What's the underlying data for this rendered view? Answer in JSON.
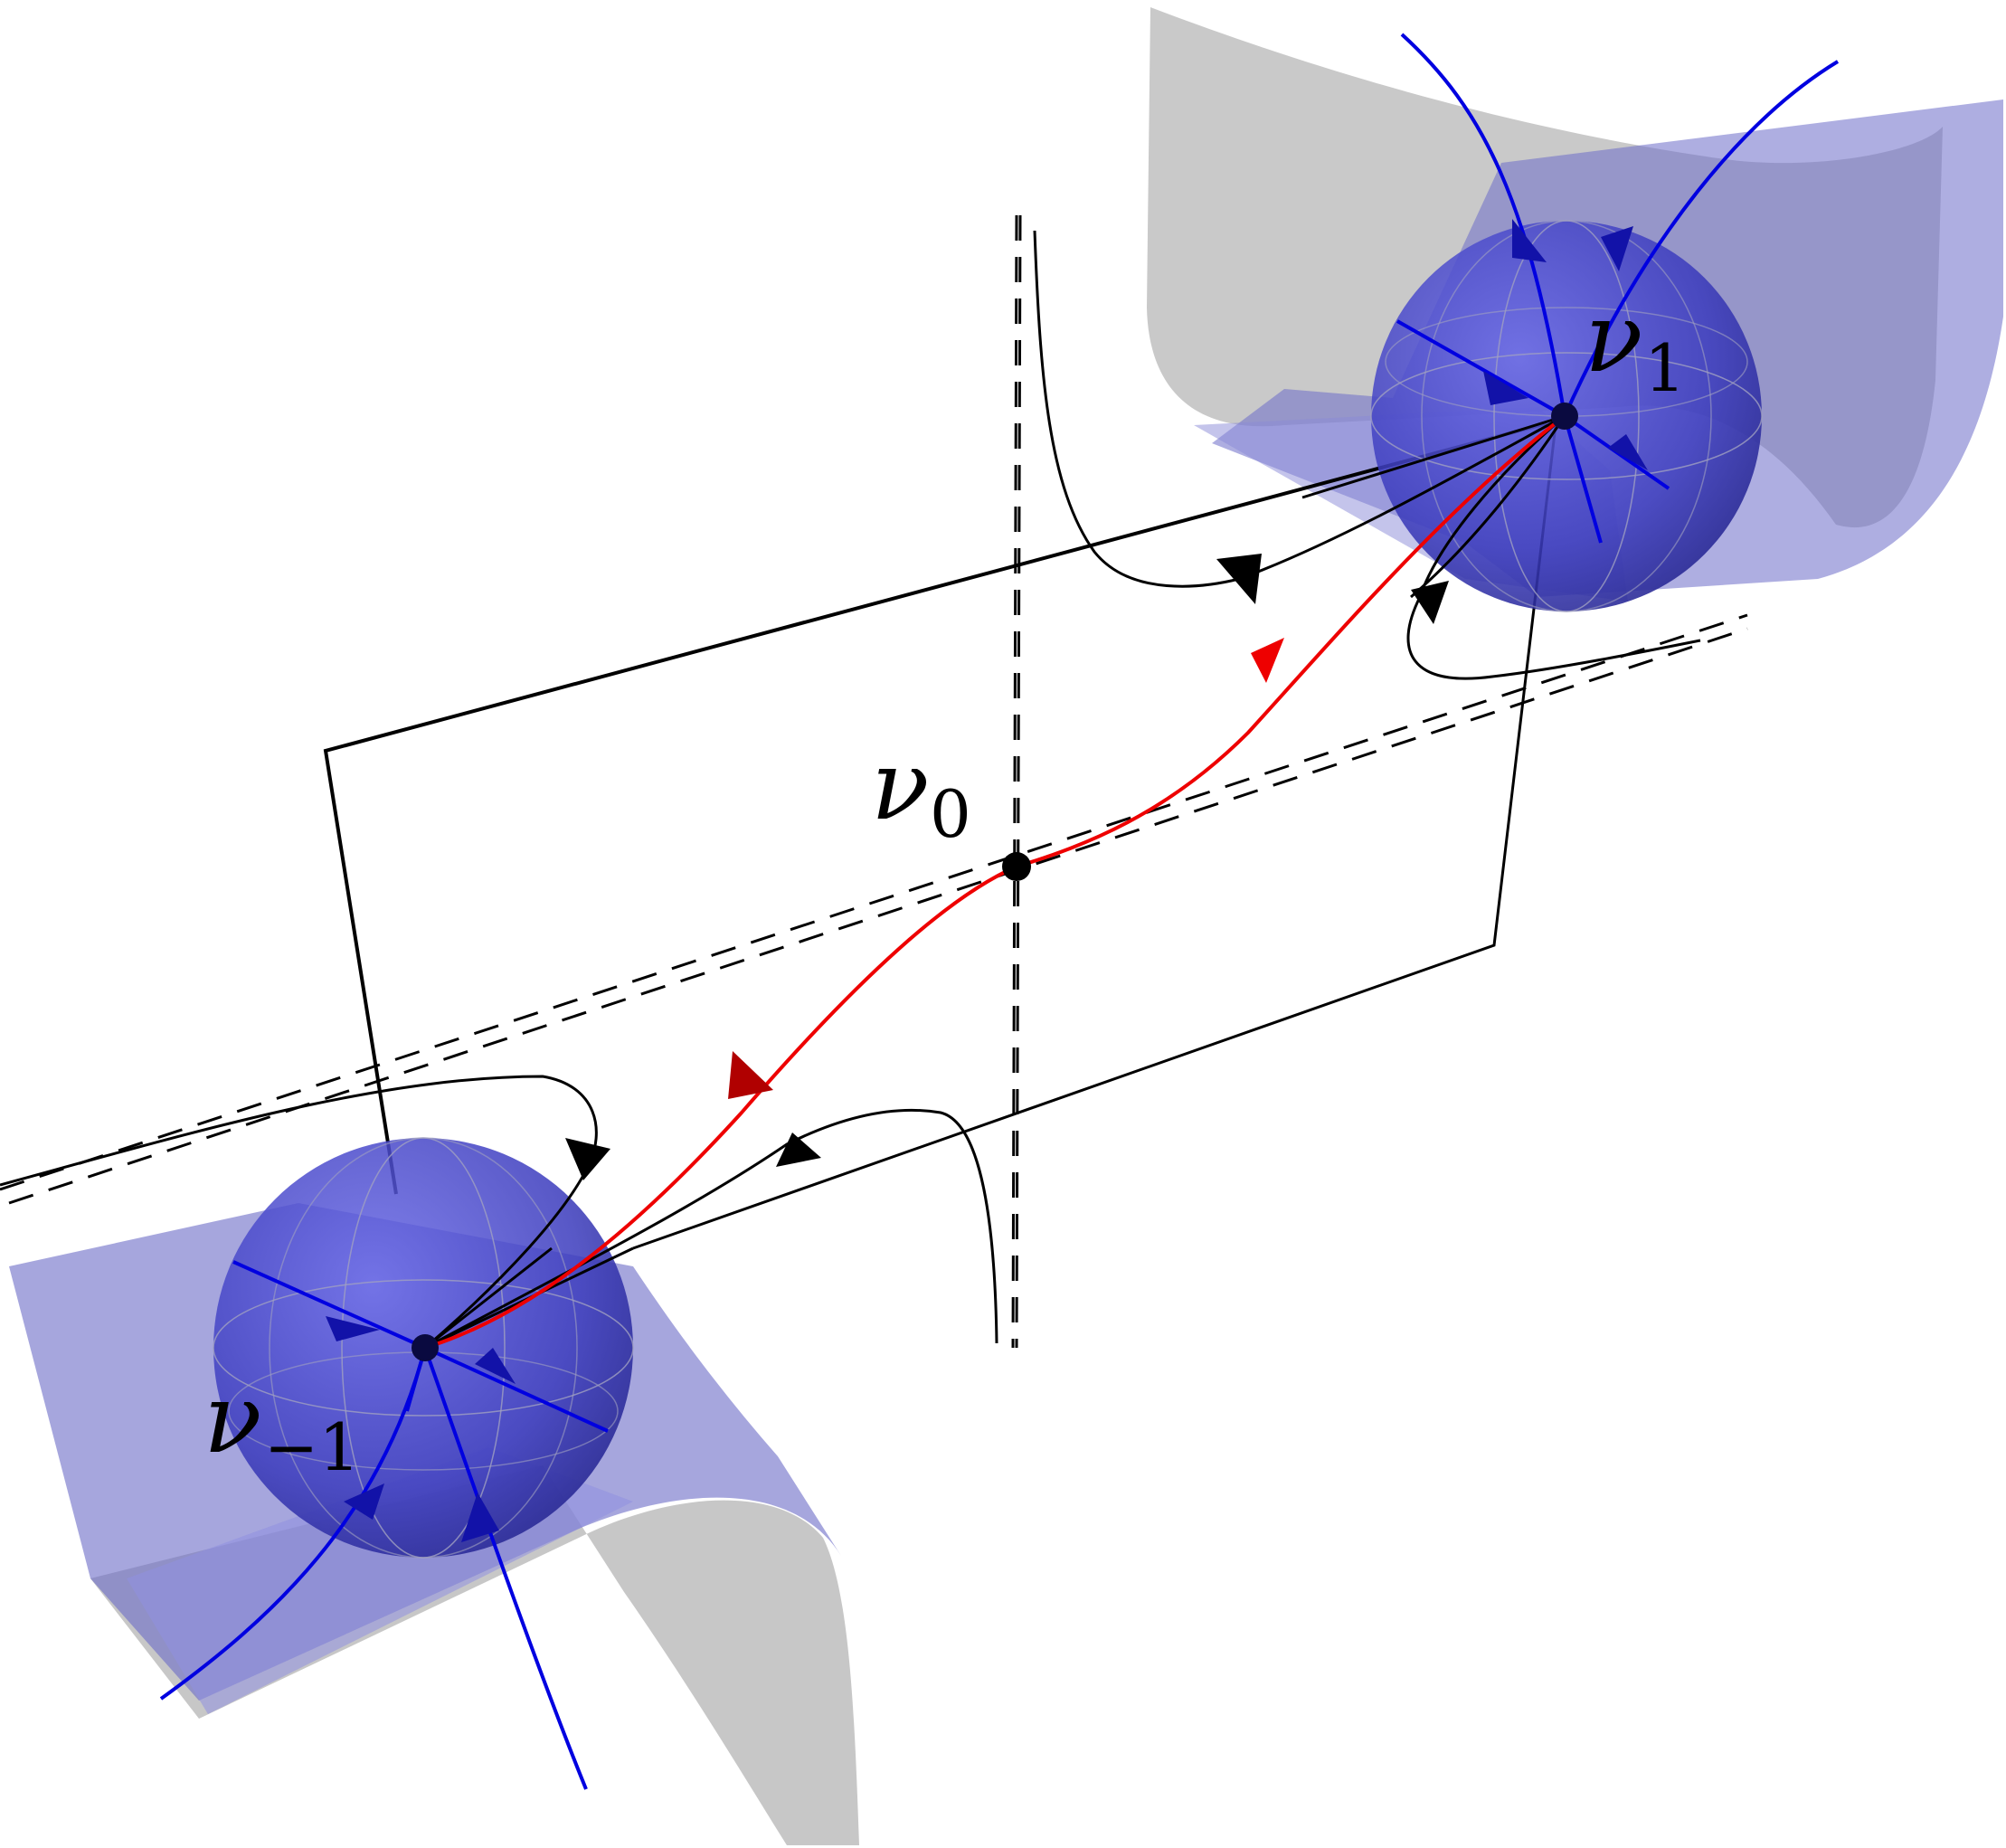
{
  "labels": {
    "nu_minus_1": {
      "base": "ν",
      "sub": "−1"
    },
    "nu_0": {
      "base": "ν",
      "sub": "0"
    },
    "nu_1": {
      "base": "ν",
      "sub": "1"
    }
  },
  "colors": {
    "background": "#ffffff",
    "sphere": "#3a3ac0",
    "manifold_blue": "#5a5ad0",
    "manifold_gray": "#b4b4b4",
    "blue_flow": "#0000e0",
    "heteroclinic": "#ee0000",
    "black_flow": "#000000"
  }
}
